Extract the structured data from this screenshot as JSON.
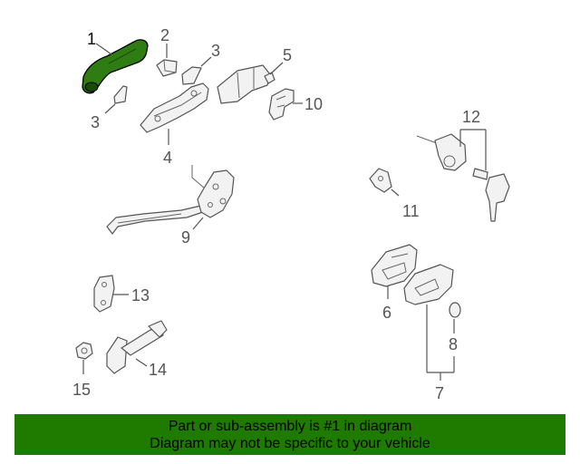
{
  "diagram": {
    "callouts": [
      "1",
      "2",
      "3",
      "3",
      "4",
      "5",
      "10",
      "12",
      "11",
      "9",
      "13",
      "6",
      "8",
      "15",
      "14",
      "7"
    ],
    "highlight_color": "#2f7d12"
  },
  "banner": {
    "line1": "Part or sub-assembly is #1 in diagram",
    "line2": "Diagram may not be specific to your vehicle",
    "color": "#1f7a00"
  }
}
